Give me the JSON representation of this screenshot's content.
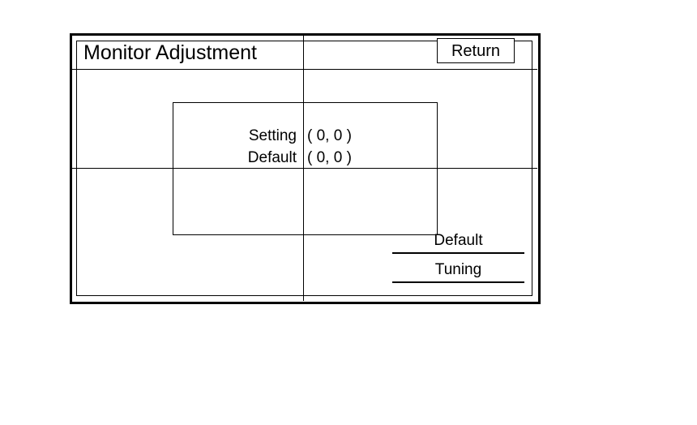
{
  "header": {
    "title": "Monitor Adjustment",
    "return_label": "Return"
  },
  "readout": {
    "setting_label": "Setting",
    "setting_value": "( 0, 0 )",
    "default_label": "Default",
    "default_value": "( 0, 0 )"
  },
  "actions": {
    "default_label": "Default",
    "tuning_label": "Tuning"
  },
  "colors": {
    "background": "#ffffff",
    "line": "#000000"
  }
}
